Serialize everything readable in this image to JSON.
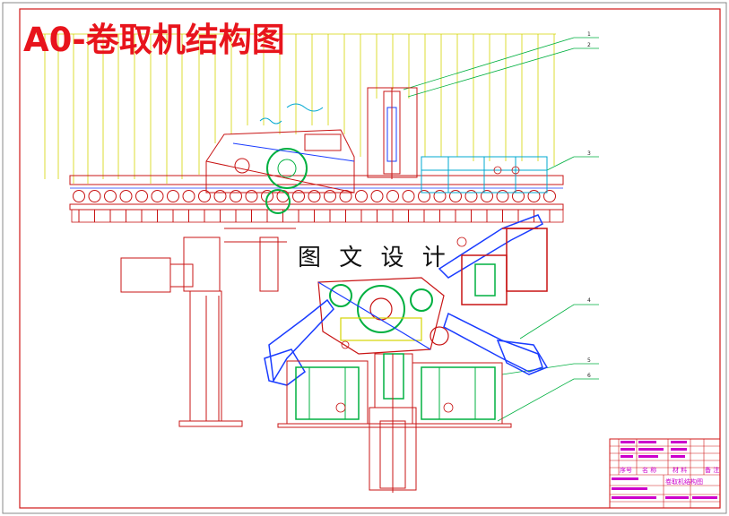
{
  "title": "A0-卷取机结构图",
  "watermark": "图 文 设 计",
  "balloons": [
    "1",
    "2",
    "3",
    "4",
    "5",
    "6"
  ],
  "title_block": {
    "headers": [
      "序号",
      "名 称",
      "材 料",
      "备 注"
    ],
    "drawing_name": "卷取机结构图"
  },
  "colors": {
    "title": "#e8141c",
    "frame": "#d01818",
    "gear": "#00b040",
    "leader": "#d4d400",
    "outline": "#c81414",
    "blue": "#1a3cff",
    "cyan": "#00a8d0",
    "magenta": "#cc00cc"
  }
}
